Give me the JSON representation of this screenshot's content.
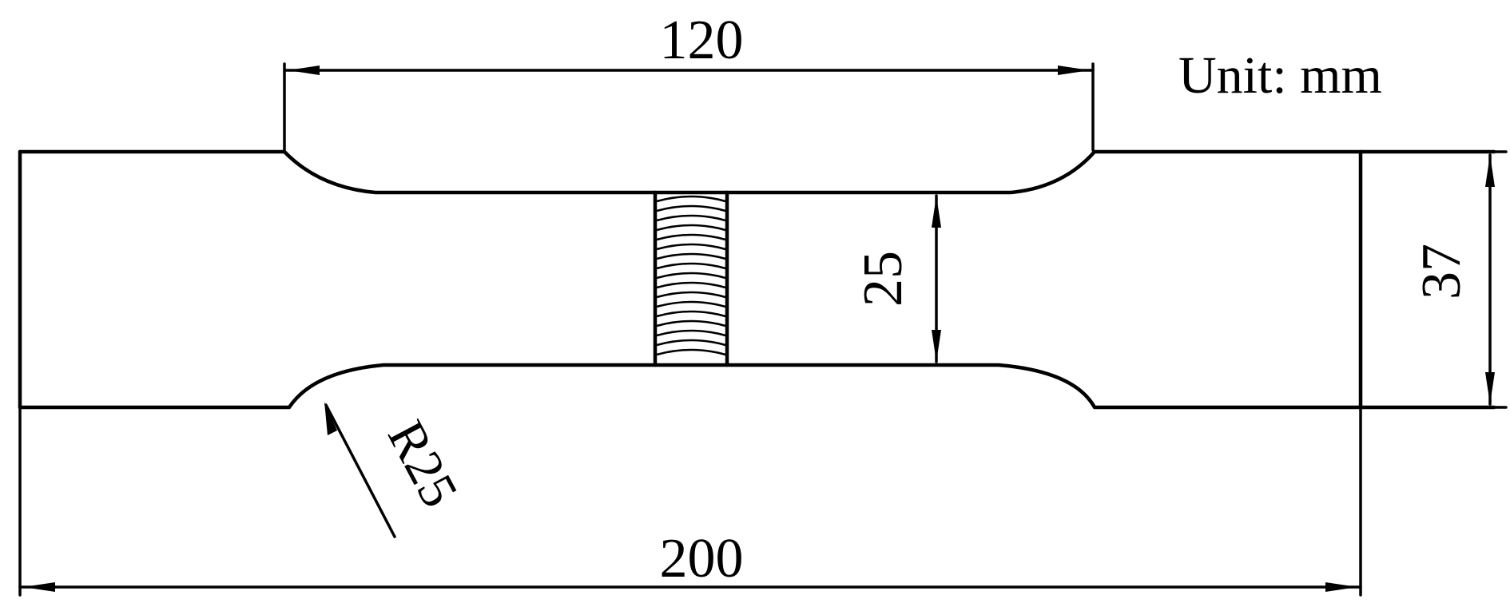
{
  "unit_label": "Unit: mm",
  "dimensions": {
    "gauge_length": "120",
    "total_length": "200",
    "gauge_width": "25",
    "grip_width": "37",
    "fillet_radius": "R25"
  }
}
